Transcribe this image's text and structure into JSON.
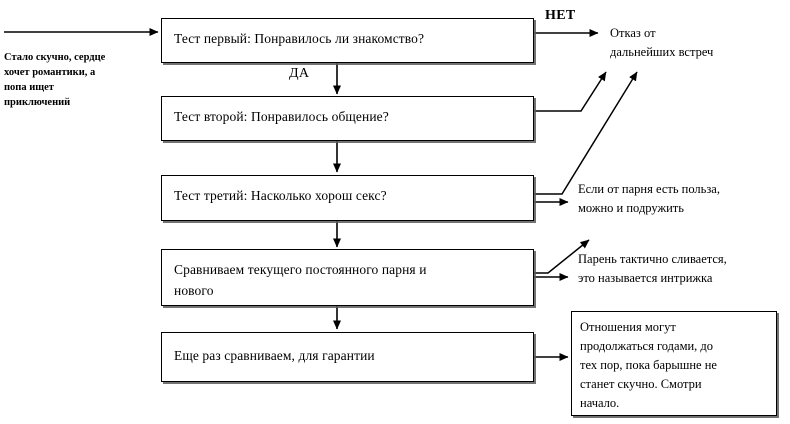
{
  "diagram": {
    "title": "Flowchart: Relationship test sequence",
    "intro_caption": "Стало скучно, сердце\nхочет романтики, а\nпопа ищет\nприключений",
    "yes_label": "ДА",
    "no_label": "НЕТ",
    "steps": [
      {
        "id": "test-1",
        "text": "Тест первый: Понравилось ли знакомство?"
      },
      {
        "id": "test-2",
        "text": "Тест второй: Понравилось общение?"
      },
      {
        "id": "test-3",
        "text": "Тест третий: Насколько хорош секс?"
      },
      {
        "id": "compare-current-new",
        "text": "Сравниваем текущего постоянного парня и\nнового"
      },
      {
        "id": "compare-again",
        "text": "Еще раз сравниваем, для гарантии"
      }
    ],
    "outcomes": [
      {
        "id": "refusal",
        "text": "Отказ от\nдальнейших встреч"
      },
      {
        "id": "friendship",
        "text": "Если от парня есть польза,\nможно и подружить"
      },
      {
        "id": "fling",
        "text": "Парень тактично сливается,\nэто называется интрижка"
      },
      {
        "id": "long-term",
        "text": "Отношения могут\nпродолжаться годами, до\nтех пор, пока барышне не\nстанет скучно. Смотри\nначало."
      }
    ],
    "colors": {
      "stroke": "#000000",
      "background": "#ffffff",
      "shadow": "#5a5a5a"
    }
  }
}
